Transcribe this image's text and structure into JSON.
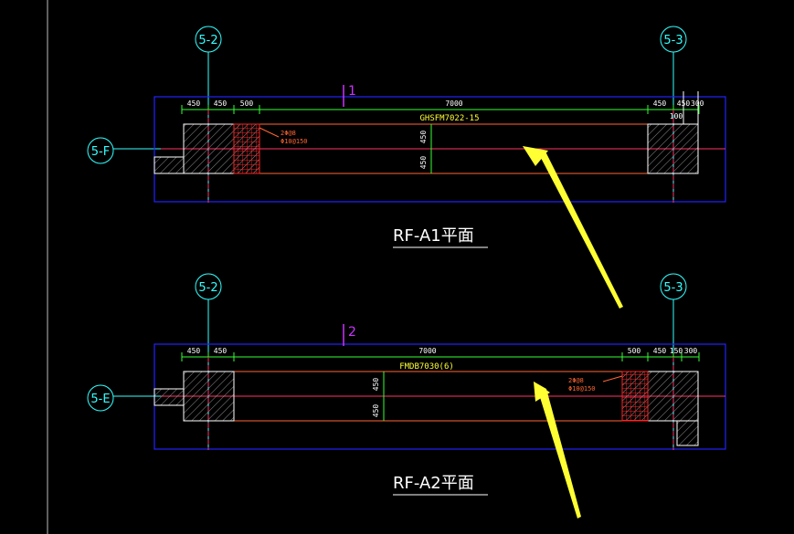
{
  "plans": [
    {
      "section_mark": "1",
      "axis_left": "5-2",
      "axis_right": "5-3",
      "axis_side": "5-F",
      "dims_top": [
        "450",
        "450",
        "500",
        "7000",
        "450",
        "450",
        "300"
      ],
      "dim_100": "100",
      "beam_tag": "GHSFM7022-15",
      "rebar_note_1": "2Φ@8",
      "rebar_note_2": "Φ10@150",
      "dim_v1": "450",
      "dim_v2": "450",
      "title": "RF-A1平面"
    },
    {
      "section_mark": "2",
      "axis_left": "5-2",
      "axis_right": "5-3",
      "axis_side": "5-E",
      "dims_top": [
        "450",
        "450",
        "7000",
        "500",
        "450",
        "150",
        "300"
      ],
      "beam_tag": "FMDB7030(6)",
      "rebar_note_1": "2Φ@8",
      "rebar_note_2": "Φ10@150",
      "dim_v1": "450",
      "dim_v2": "450",
      "title": "RF-A2平面"
    }
  ],
  "colors": {
    "background": "#000000",
    "axis": "#33ffff",
    "dimension": "#33ff33",
    "wall_outline": "#ffffff",
    "frame": "#2222ff",
    "centerline": "#ff3366",
    "rebar": "#ff2222",
    "tag": "#ffff33",
    "arrow": "#ffff33",
    "section_mark": "#cc33ff"
  }
}
